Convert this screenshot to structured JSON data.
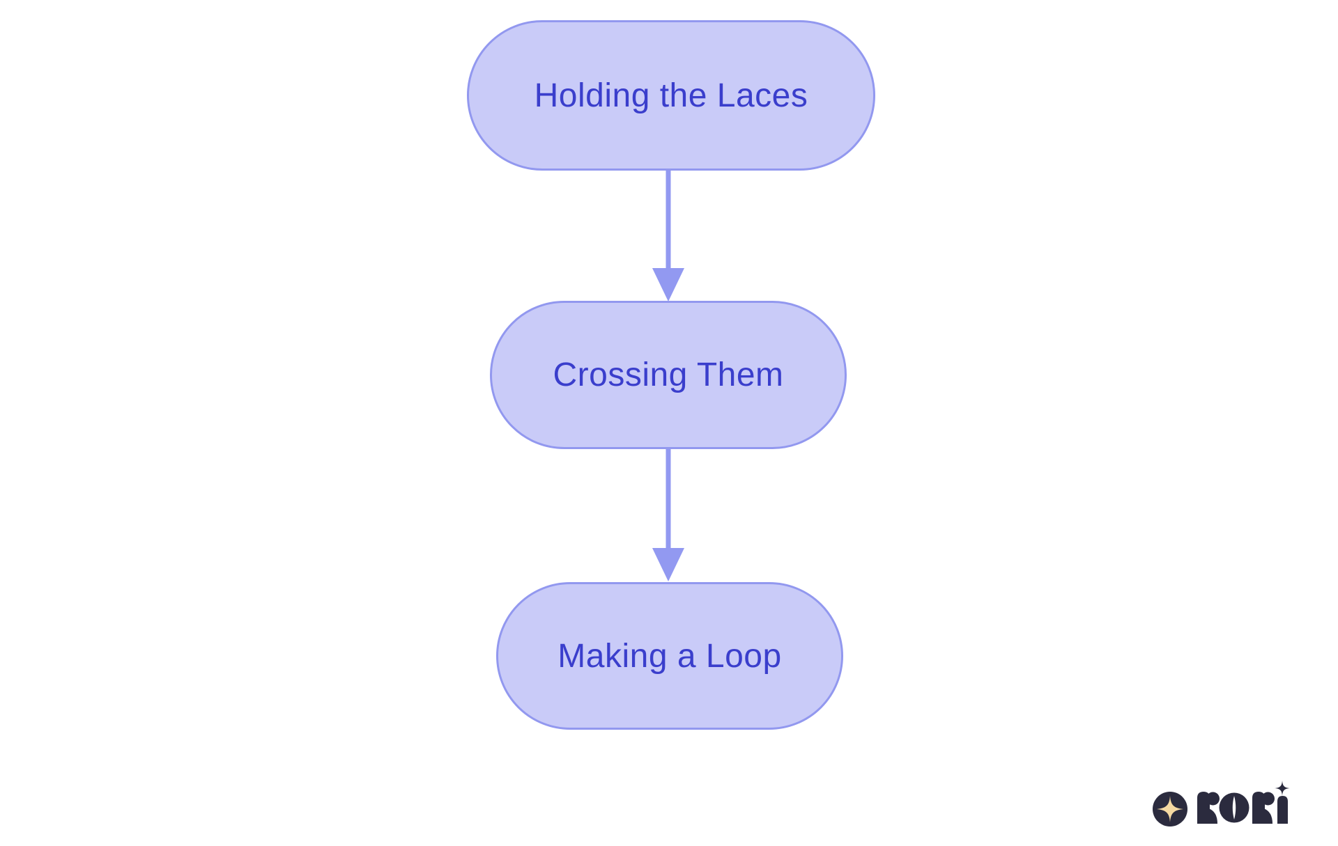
{
  "page": {
    "background": "#ffffff"
  },
  "diagram": {
    "type": "flowchart",
    "direction": "top-down",
    "nodes": [
      {
        "label": "Holding the Laces"
      },
      {
        "label": "Crossing Them"
      },
      {
        "label": "Making a Loop"
      }
    ],
    "edges": [
      {
        "from": "Holding the Laces",
        "to": "Crossing Them"
      },
      {
        "from": "Crossing Them",
        "to": "Making a Loop"
      }
    ],
    "colors": {
      "node_fill": "#c9cbf8",
      "node_border": "#9298ef",
      "node_text": "#3a3ecc",
      "arrow": "#9299f1"
    }
  },
  "branding": {
    "logo_text": "rori",
    "icons": [
      "sparkle-badge-icon",
      "sparkle-icon"
    ],
    "colors": {
      "navy": "#2b2b3e",
      "gold": "#f5d9a2"
    }
  }
}
